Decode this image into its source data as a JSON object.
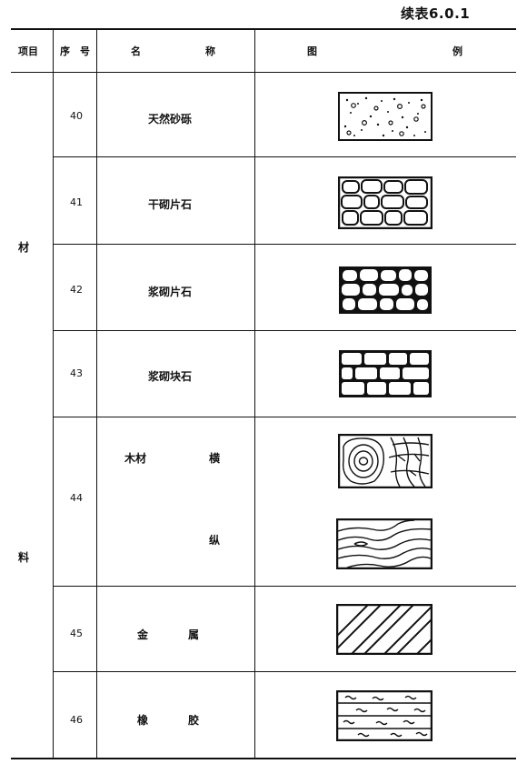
{
  "table_caption": "续表6.0.1",
  "headers": {
    "category": "项目",
    "number_1": "序",
    "number_2": "号",
    "name_1": "名",
    "name_2": "称",
    "legend_1": "图",
    "legend_2": "例"
  },
  "category": {
    "char1": "材",
    "char2": "料"
  },
  "rows": [
    {
      "number": "40",
      "name": "天然砂砾"
    },
    {
      "number": "41",
      "name": "干砌片石"
    },
    {
      "number": "42",
      "name": "浆砌片石"
    },
    {
      "number": "43",
      "name": "浆砌块石"
    },
    {
      "number": "44",
      "name_1": "木材",
      "name_2": "横",
      "name_3": "纵"
    },
    {
      "number": "45",
      "name_1": "金",
      "name_2": "属"
    },
    {
      "number": "46",
      "name_1": "橡",
      "name_2": "胶"
    }
  ],
  "symbols": [
    {
      "id": "natural-sand-gravel",
      "icon": "dot-pattern-icon"
    },
    {
      "id": "dry-laid-rubble",
      "icon": "rubble-stone-icon"
    },
    {
      "id": "mortar-rubble",
      "icon": "mortar-rubble-icon"
    },
    {
      "id": "mortar-block",
      "icon": "brick-block-icon"
    },
    {
      "id": "wood-cross",
      "icon": "wood-end-grain-icon"
    },
    {
      "id": "wood-long",
      "icon": "wood-grain-icon"
    },
    {
      "id": "metal",
      "icon": "diagonal-hatch-icon"
    },
    {
      "id": "rubber",
      "icon": "rubber-layers-icon"
    }
  ]
}
